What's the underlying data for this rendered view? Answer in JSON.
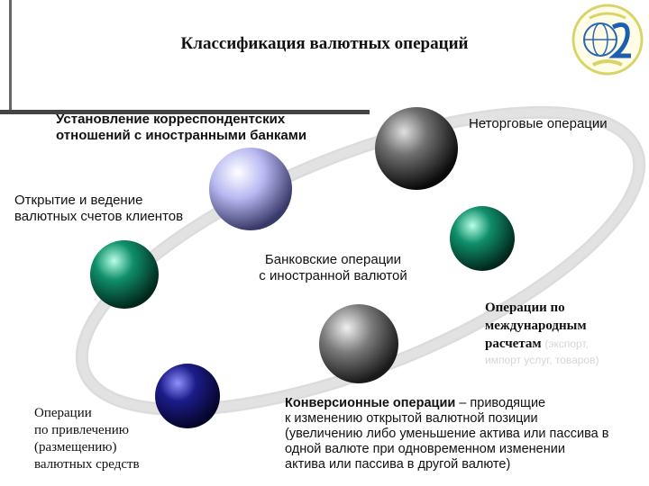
{
  "title": "Классификация валютных операций",
  "center": {
    "line1": "Банковские операции",
    "line2": "с иностранной валютой"
  },
  "nodes": {
    "correspondent": {
      "line1": "Установление корреспондентских",
      "line2": "отношений с иностранными банками"
    },
    "non_trade": {
      "label": "Неторговые операции"
    },
    "accounts": {
      "line1": "Открытие и ведение",
      "line2": "валютных счетов клиентов"
    },
    "settlements": {
      "line1": "Операции по",
      "line2": "международным",
      "line3": "расчетам",
      "faint1": "(экспорт,",
      "faint2": "импорт услуг, товаров)"
    },
    "conversion": {
      "bold": "Конверсионные операции",
      "rest": " – приводящие",
      "line2": "к изменению открытой валютной позиции",
      "line3": "(увеличению либо уменьшение актива или пассива в",
      "line4": "одной валюте при одновременном изменении",
      "line5": "актива или пассива в другой валюте)"
    },
    "raising": {
      "line1": "Операции",
      "line2": "по привлечению",
      "line3": "(размещению)",
      "line4": "валютных средств"
    }
  },
  "colors": {
    "sphere_lavender": "#b8b8f2",
    "sphere_gray_dark": "#2f2f2f",
    "sphere_teal": "#0f8f6a",
    "sphere_gray_mid": "#6e6e6e",
    "sphere_blue": "#1c1c8a",
    "orbit": "#c9c9c9"
  }
}
